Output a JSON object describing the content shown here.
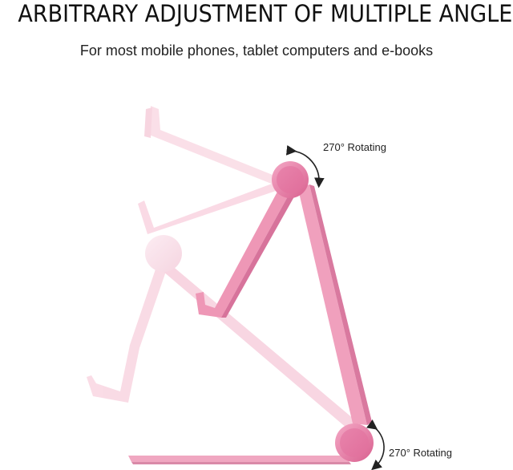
{
  "headline": "ARBITRARY ADJUSTMENT OF MULTIPLE ANGLES",
  "subheadline": "For most mobile phones, tablet computers and e-books",
  "rotation_labels": {
    "top": "270°  Rotating",
    "bottom": "270°  Rotating"
  },
  "colors": {
    "stand_pink": "#f2a3bf",
    "stand_pink_dark": "#d87a9f",
    "stand_pink_faded": "#f8d3df",
    "joint": "#e57aa6",
    "joint_faded": "#f5c9d7",
    "arrow": "#222222"
  }
}
